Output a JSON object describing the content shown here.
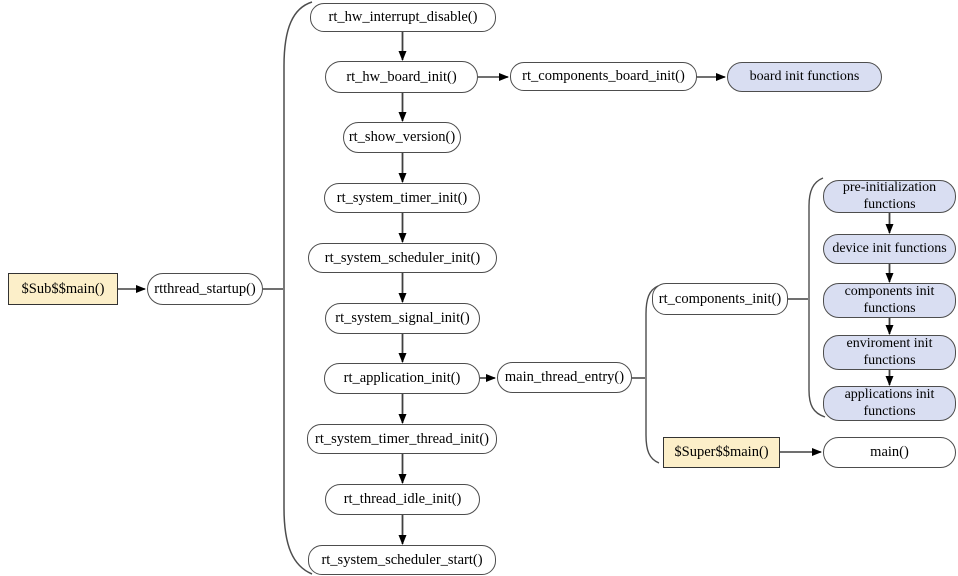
{
  "diagram_type": "flowchart",
  "colors": {
    "node_fill": "#ffffff",
    "accent_fill": "#d9def2",
    "highlight_fill": "#fcefc9",
    "node_border": "#4d4d4d",
    "connector_line": "#404040",
    "arrowhead": "#000000"
  },
  "nodes": {
    "sub_main": {
      "label": "$Sub$$main()"
    },
    "rtthread_startup": {
      "label": "rtthread_startup()"
    },
    "rt_hw_interrupt_disable": {
      "label": "rt_hw_interrupt_disable()"
    },
    "rt_hw_board_init": {
      "label": "rt_hw_board_init()"
    },
    "rt_components_board_init": {
      "label": "rt_components_board_init()"
    },
    "board_init_functions": {
      "label": "board init functions"
    },
    "rt_show_version": {
      "label": "rt_show_version()"
    },
    "rt_system_timer_init": {
      "label": "rt_system_timer_init()"
    },
    "rt_system_scheduler_init": {
      "label": "rt_system_scheduler_init()"
    },
    "rt_system_signal_init": {
      "label": "rt_system_signal_init()"
    },
    "rt_application_init": {
      "label": "rt_application_init()"
    },
    "main_thread_entry": {
      "label": "main_thread_entry()"
    },
    "rt_system_timer_thread_init": {
      "label": "rt_system_timer_thread_init()"
    },
    "rt_thread_idle_init": {
      "label": "rt_thread_idle_init()"
    },
    "rt_system_scheduler_start": {
      "label": "rt_system_scheduler_start()"
    },
    "rt_components_init": {
      "label": "rt_components_init()"
    },
    "pre_initialization_functions": {
      "label": "pre-initialization functions"
    },
    "device_init_functions": {
      "label": "device init functions"
    },
    "components_init_functions": {
      "label": "components init functions"
    },
    "enviroment_init_functions": {
      "label": "enviroment init functions"
    },
    "applications_init_functions": {
      "label": "applications init functions"
    },
    "super_main": {
      "label": "$Super$$main()"
    },
    "main_fn": {
      "label": "main()"
    }
  }
}
